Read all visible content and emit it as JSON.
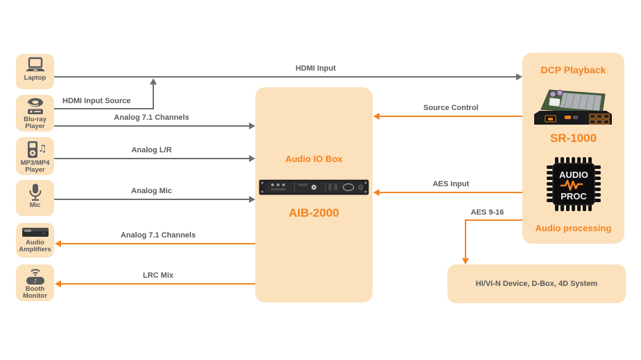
{
  "colors": {
    "box_fill": "#FBE1BC",
    "accent_orange": "#F5821F",
    "dark_gray": "#58595B",
    "line_gray": "#6D6E71"
  },
  "devices": [
    {
      "id": "laptop",
      "label": "Laptop",
      "icon": "laptop-icon"
    },
    {
      "id": "bluray-player",
      "label": "Blu-ray Player",
      "icon": "bluray-disc-icon"
    },
    {
      "id": "mp3-player",
      "label": "MP3/MP4 Player",
      "icon": "media-player-icon"
    },
    {
      "id": "mic",
      "label": "Mic",
      "icon": "microphone-icon"
    },
    {
      "id": "audio-amplifiers",
      "label": "Audio Amplifiers",
      "icon": "amplifier-icon"
    },
    {
      "id": "booth-monitor",
      "label": "Booth Monitor",
      "icon": "speaker-wifi-icon"
    }
  ],
  "audio_io_box": {
    "title": "Audio IO Box",
    "model": "AIB-2000"
  },
  "dcp_box": {
    "title": "DCP Playback",
    "model": "SR-1000",
    "chip_top": "AUDIO",
    "chip_bottom": "PROC",
    "caption": "Audio processing"
  },
  "bottom_box": {
    "label": "HI/VI-N Device, D-Box, 4D System"
  },
  "connections": [
    {
      "label": "HDMI Input",
      "from": "Laptop",
      "to": "DCP Playback",
      "style": "dark"
    },
    {
      "label": "HDMI Input Source",
      "from": "Blu-ray Player",
      "to": "HDMI Input line",
      "style": "dark"
    },
    {
      "label": "Analog 7.1 Channels",
      "from": "Blu-ray Player",
      "to": "Audio IO Box",
      "style": "dark"
    },
    {
      "label": "Analog L/R",
      "from": "MP3/MP4 Player",
      "to": "Audio IO Box",
      "style": "dark"
    },
    {
      "label": "Analog Mic",
      "from": "Mic",
      "to": "Audio IO Box",
      "style": "dark"
    },
    {
      "label": "Analog 7.1 Channels",
      "from": "Audio IO Box",
      "to": "Audio Amplifiers",
      "style": "orange"
    },
    {
      "label": "LRC Mix",
      "from": "Audio IO Box",
      "to": "Booth Monitor",
      "style": "orange"
    },
    {
      "label": "Source Control",
      "from": "DCP Playback",
      "to": "Audio IO Box",
      "style": "orange"
    },
    {
      "label": "AES Input",
      "from": "DCP Playback",
      "to": "Audio IO Box",
      "style": "orange"
    },
    {
      "label": "AES 9-16",
      "from": "DCP Playback",
      "to": "HI/VI-N Device, D-Box, 4D System",
      "style": "orange"
    }
  ]
}
